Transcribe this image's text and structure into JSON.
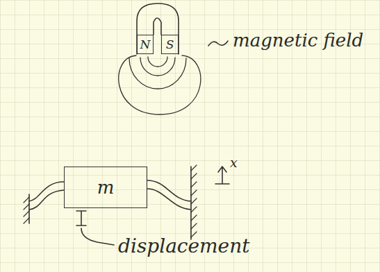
{
  "diagram": {
    "nodes": [
      {
        "text": [
          "N"
        ]
      },
      {
        "text": [
          "S"
        ]
      },
      {
        "text": [
          "m"
        ]
      }
    ],
    "labels": [
      "magnetic field",
      "x",
      "displacement"
    ]
  }
}
